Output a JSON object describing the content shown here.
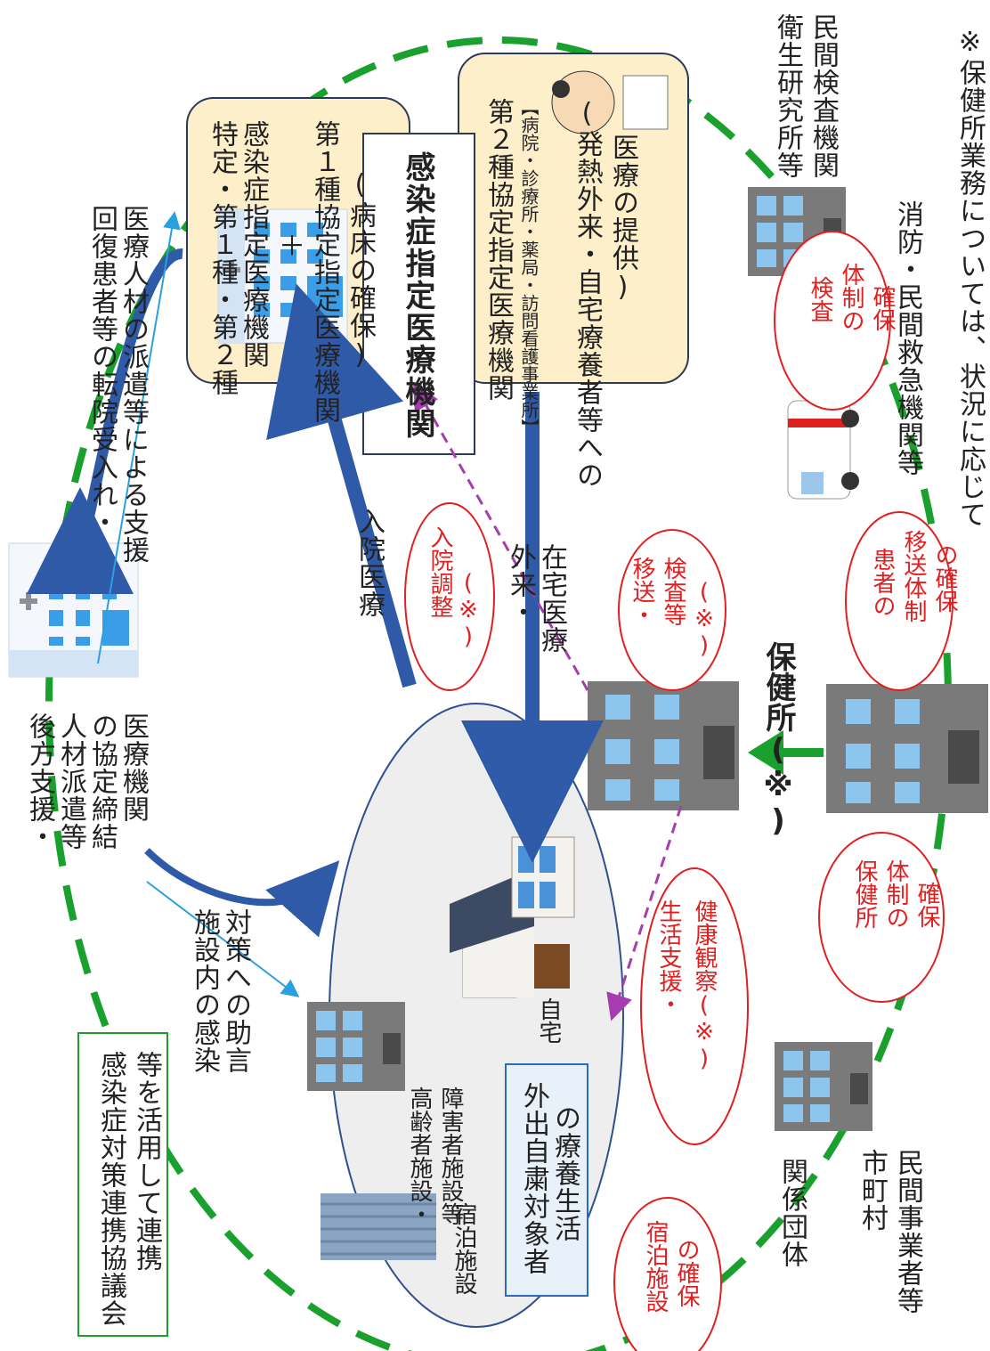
{
  "center": {
    "title": "感染症指定医療機関",
    "box1": [
      "特定・第１種・第２種",
      "感染症指定医療機関",
      "＋",
      "第１種協定指定医療機関",
      "(病床の確保)"
    ],
    "box2": [
      "第２種協定指定医療機関",
      "【病院・診療所・薬局・訪問看護事業所】",
      "(発熱外来・自宅療養者等への",
      "医療の提供)"
    ]
  },
  "left": {
    "support_org": [
      "後方支援・",
      "人材派遣等",
      "の協定締結",
      "医療機関"
    ],
    "council": [
      "感染症対策連携協議会",
      "等を活用して連携"
    ],
    "transfer": [
      "回復患者等の転院受入れ・",
      "医療人材の派遣等による支援"
    ],
    "facility_advice": [
      "施設内の感染",
      "対策への助言"
    ],
    "inpatient": "入院医療",
    "outpatient": [
      "外来・",
      "在宅医療"
    ]
  },
  "ellipse": {
    "elderly": [
      "高齢者施設・",
      "障害者施設等"
    ],
    "lodging": "宿泊施設",
    "home": "自宅",
    "recuperation": [
      "外出自粛対象者",
      "の療養生活"
    ]
  },
  "red_labels": {
    "hospitalization": [
      "入院調整",
      "(※)"
    ],
    "transport": [
      "移送・",
      "検査等",
      "(※)"
    ],
    "life_support": [
      "生活支援・",
      "健康観察(※)"
    ],
    "lodging_secure": [
      "宿泊施設",
      "の確保"
    ],
    "hc_system": [
      "保健所",
      "体制の",
      "確保"
    ],
    "patient_transport": [
      "患者の",
      "移送体制",
      "の確保"
    ],
    "testing": [
      "検査",
      "体制の",
      "確保"
    ]
  },
  "right": {
    "health_center": "保健所(※)",
    "institute": [
      "衛生研究所等",
      "民間検査機関"
    ],
    "fire": "消防・民間救急機関等",
    "municipality": [
      "市町村",
      "民間事業者等"
    ],
    "groups": "関係団体",
    "note": "※保健所業務については、状況に応じて"
  },
  "colors": {
    "green": "#1aa02c",
    "blue_arrow": "#2f5aa8",
    "light_blue": "#2aa0e0",
    "purple": "#a73bb0",
    "red": "#e02020",
    "box_fill": "#fdefc9",
    "ellipse_fill": "#eeeeef"
  }
}
